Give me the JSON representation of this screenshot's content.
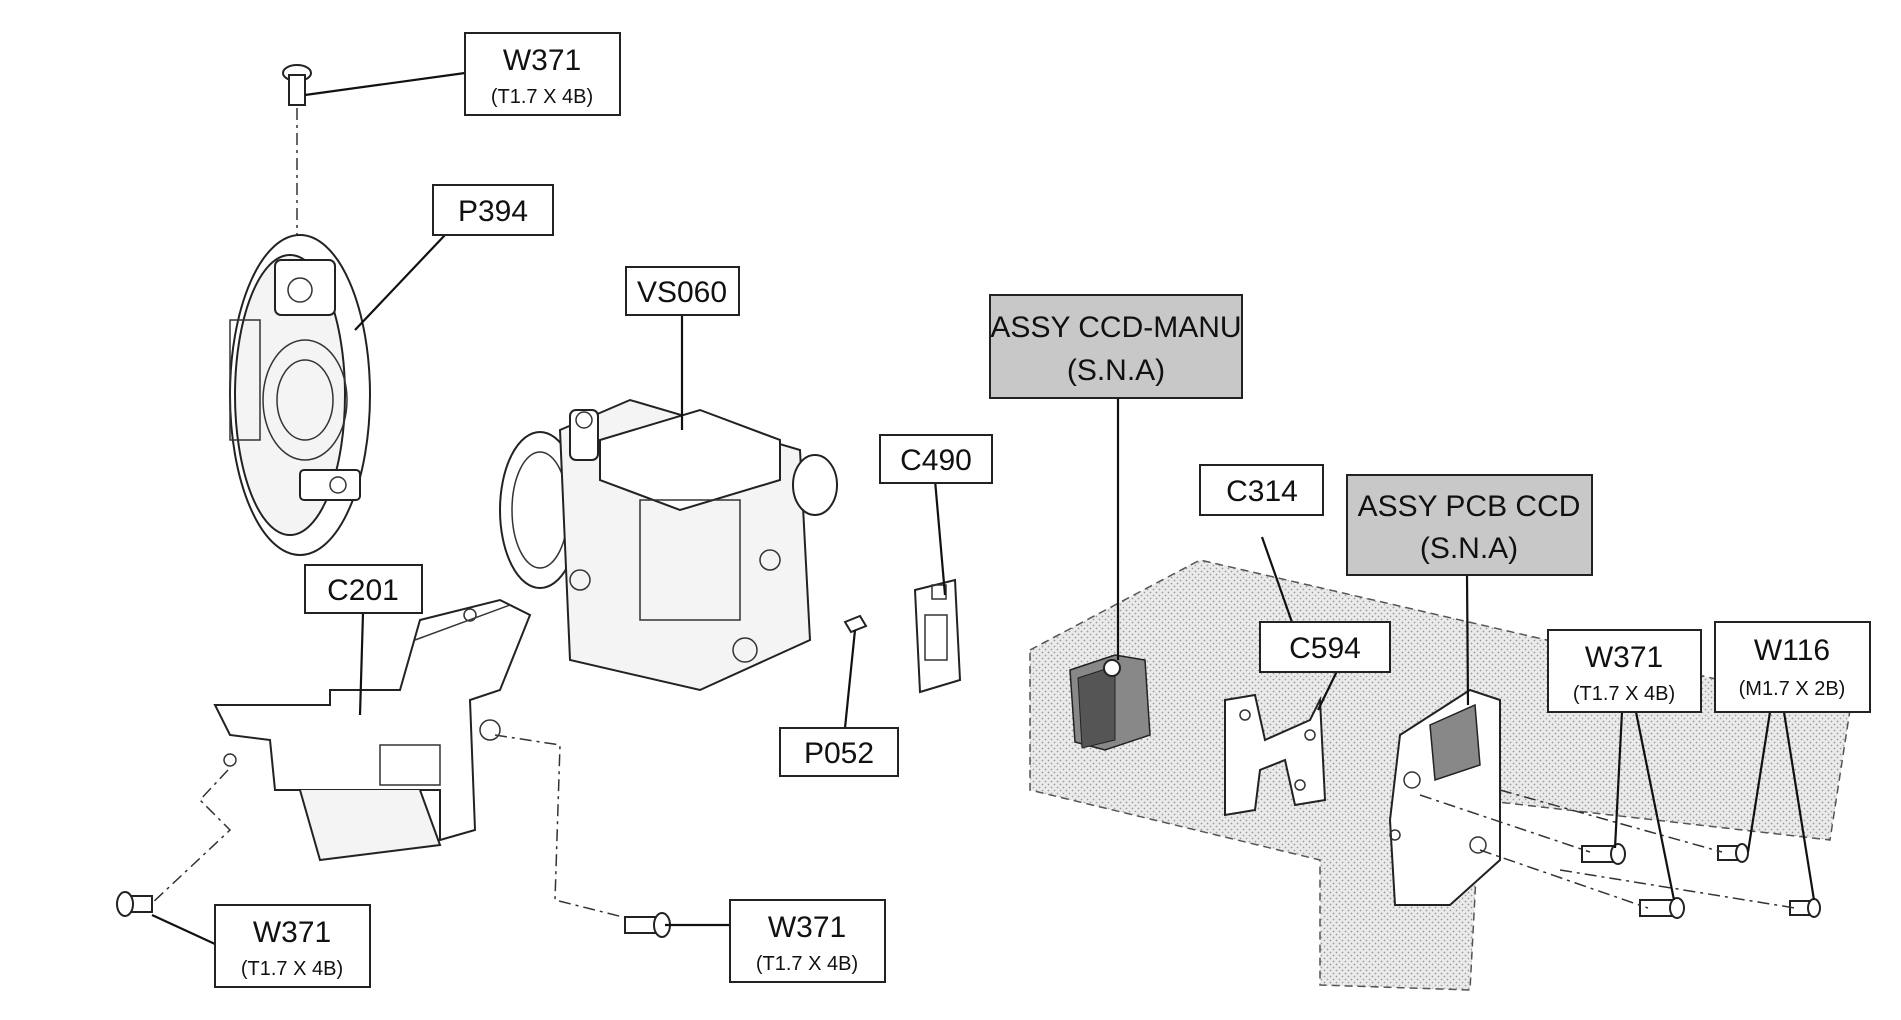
{
  "labels": {
    "w371_top": {
      "code": "W371",
      "spec": "(T1.7 X 4B)"
    },
    "p394": {
      "code": "P394"
    },
    "vs060": {
      "code": "VS060"
    },
    "c490": {
      "code": "C490"
    },
    "c201": {
      "code": "C201"
    },
    "p052": {
      "code": "P052"
    },
    "w371_bottom_left": {
      "code": "W371",
      "spec": "(T1.7 X 4B)"
    },
    "w371_bottom_mid": {
      "code": "W371",
      "spec": "(T1.7 X 4B)"
    },
    "assy_ccd_manu": {
      "code": "ASSY CCD-MANU",
      "spec": "(S.N.A)"
    },
    "c314": {
      "code": "C314"
    },
    "assy_pcb_ccd": {
      "code": "ASSY PCB CCD",
      "spec": "(S.N.A)"
    },
    "c594": {
      "code": "C594"
    },
    "w371_right": {
      "code": "W371",
      "spec": "(T1.7 X 4B)"
    },
    "w116": {
      "code": "W116",
      "spec": "(M1.7 X 2B)"
    }
  },
  "colors": {
    "line": "#111111",
    "sna_fill": "#c8c8c8",
    "board_fill": "#e2e2e2"
  }
}
